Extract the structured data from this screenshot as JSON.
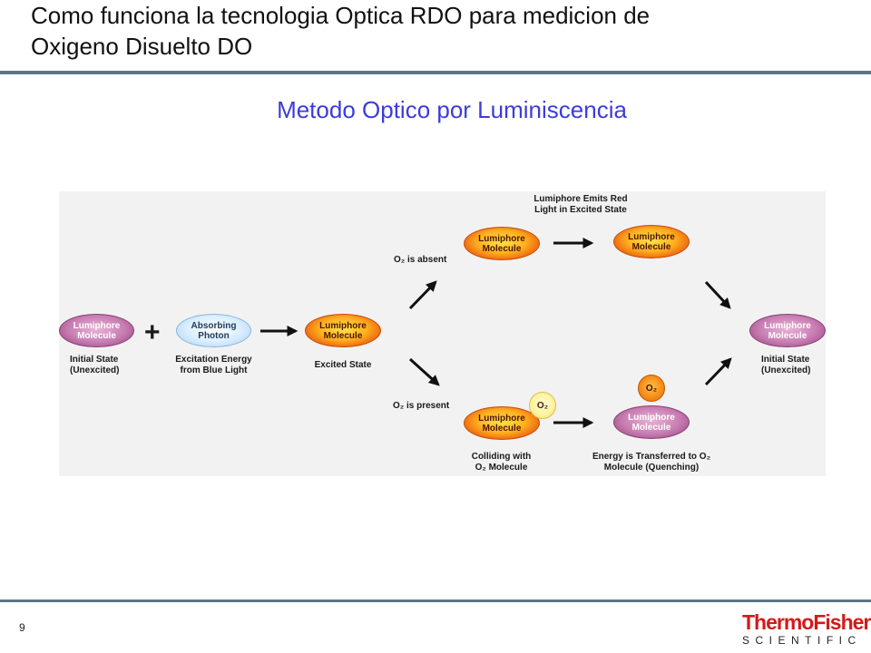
{
  "header": {
    "title_line1": "Como funciona la tecnologia Optica RDO para medicion de",
    "title_line2": "Oxigeno Disuelto DO"
  },
  "subtitle": "Metodo Optico por Luminiscencia",
  "diagram": {
    "plus": "+",
    "molecule_line1": "Lumiphore",
    "molecule_line2": "Molecule",
    "photon_line1": "Absorbing",
    "photon_line2": "Photon",
    "o2": "O₂",
    "initial_state_line1": "Initial State",
    "initial_state_line2": "(Unexcited)",
    "excitation_line1": "Excitation Energy",
    "excitation_line2": "from Blue Light",
    "excited_state": "Excited State",
    "o2_absent": "O₂ is absent",
    "o2_present": "O₂ is present",
    "emits_line1": "Lumiphore Emits Red",
    "emits_line2": "Light in Excited State",
    "colliding_line1": "Colliding with",
    "colliding_line2": "O₂ Molecule",
    "quench_line1": "Energy is Transferred to O₂",
    "quench_line2": "Molecule (Quenching)",
    "final_state_line1": "Initial State",
    "final_state_line2": "(Unexcited)"
  },
  "footer": {
    "page_number": "9",
    "logo_top": "ThermoFisher",
    "logo_bottom": "SCIENTIFIC"
  },
  "colors": {
    "title_rule": "#5d7486",
    "subtitle": "#3c3cd8",
    "logo_red": "#d51a1a"
  }
}
